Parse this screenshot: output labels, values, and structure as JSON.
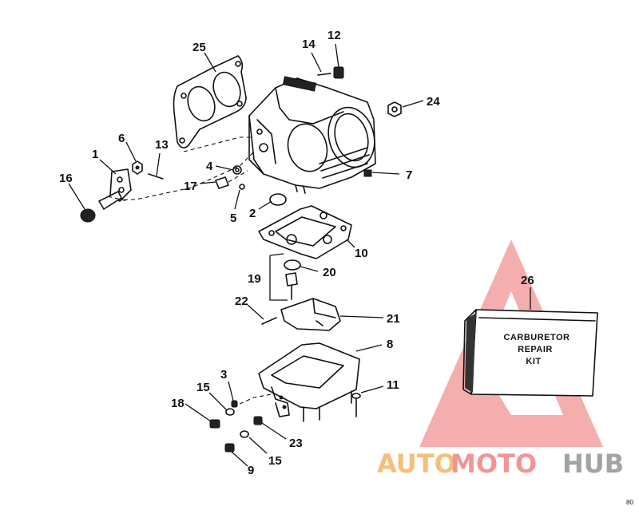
{
  "diagram": {
    "callouts": [
      "1",
      "2",
      "3",
      "4",
      "5",
      "6",
      "7",
      "8",
      "9",
      "10",
      "11",
      "12",
      "13",
      "14",
      "15",
      "15",
      "16",
      "17",
      "18",
      "19",
      "20",
      "21",
      "22",
      "23",
      "24",
      "25",
      "26"
    ],
    "kit_box": {
      "line1": "CARBURETOR",
      "line2": "REPAIR",
      "line3": "KIT"
    },
    "corner_code": "80"
  },
  "watermark": {
    "word_auto": "AUTO",
    "word_moto": "MOTO",
    "word_hub": "HUB",
    "colors": {
      "triangle": "#f08a8a",
      "auto": "#f6b86a",
      "moto": "#f08a8a",
      "hub": "#9a9a9a"
    }
  }
}
